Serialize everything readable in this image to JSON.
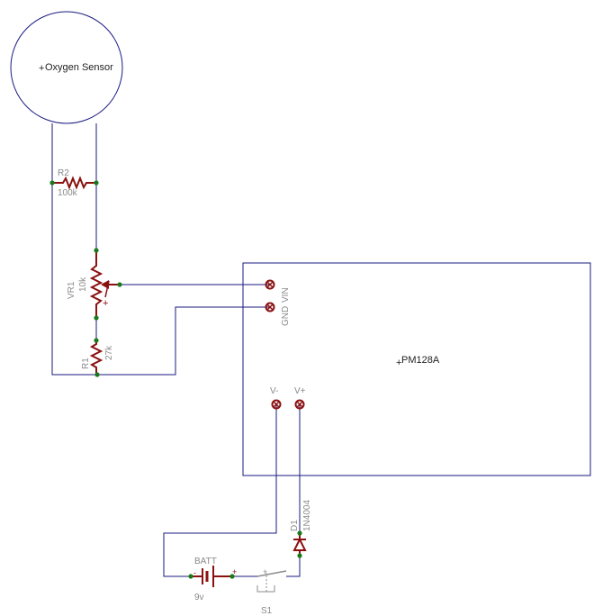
{
  "sensor": {
    "label": "Oxygen Sensor"
  },
  "r2": {
    "ref": "R2",
    "value": "100k"
  },
  "vr1": {
    "ref": "VR1",
    "value": "10k"
  },
  "r1": {
    "ref": "R1",
    "value": "27k"
  },
  "meter": {
    "name": "PM128A",
    "pin_gnd": "GND",
    "pin_vin": "VIN",
    "pin_vminus": "V-",
    "pin_vplus": "V+"
  },
  "d1": {
    "ref": "D1",
    "value": "1N4004"
  },
  "batt": {
    "ref": "BATT",
    "value": "9v",
    "minus": "-",
    "plus": "+"
  },
  "s1": {
    "ref": "S1",
    "plus": "+"
  },
  "colors": {
    "wire": "#1a1a80",
    "component": "#8b1010",
    "junction": "#1a7a1a",
    "outline": "#1a1a80",
    "label": "#8a8a8a"
  }
}
